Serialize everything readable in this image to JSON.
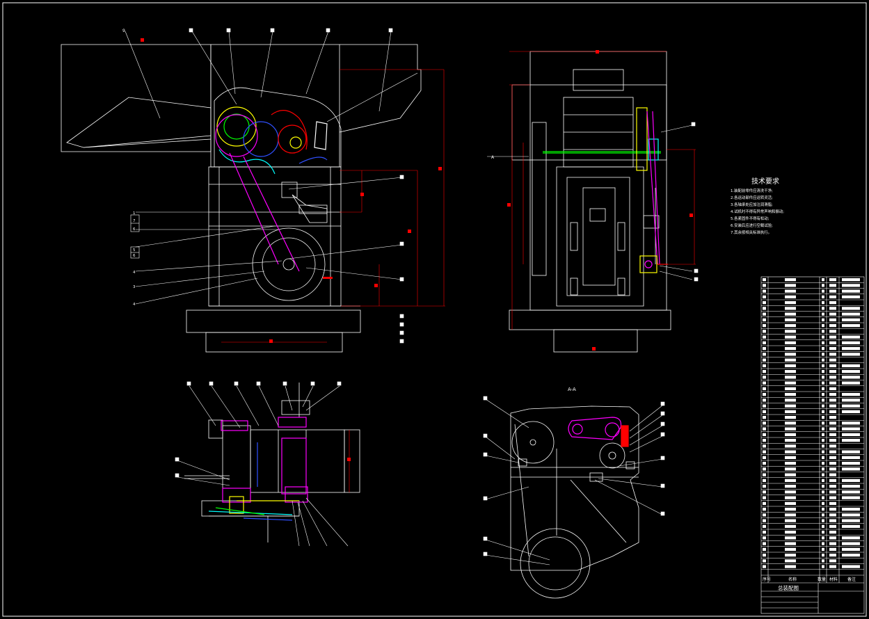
{
  "drawing": {
    "colors": {
      "background": "#000000",
      "line": "#ffffff",
      "dimension": "#ff0000",
      "magenta": "#ff00ff",
      "yellow": "#ffff00",
      "blue": "#3050ff",
      "cyan": "#00ffff",
      "green": "#00ff00"
    },
    "front_view": {
      "leader_labels": [
        "9"
      ],
      "left_tags": [
        "1",
        "7",
        "6",
        "5",
        "6",
        "4",
        "3",
        "4"
      ]
    },
    "side_view": {
      "section_marker": "A",
      "technical_requirements": {
        "title": "技术要求",
        "items": [
          "1.装配前零件应清洗干净;",
          "2.各运动部件应运转灵活;",
          "3.各轴承处应加注润滑脂;",
          "4.试机时不得有异常声响和振动;",
          "5.各紧固件不得有松动;",
          "6.安装后应进行空载试验;",
          "7.其余按相关标准执行。"
        ]
      }
    },
    "section_view": {
      "label": "A-A"
    },
    "title_block": {
      "header": [
        "序号",
        "名称",
        "数量",
        "材料",
        "备注"
      ],
      "title": "总装配图"
    }
  }
}
